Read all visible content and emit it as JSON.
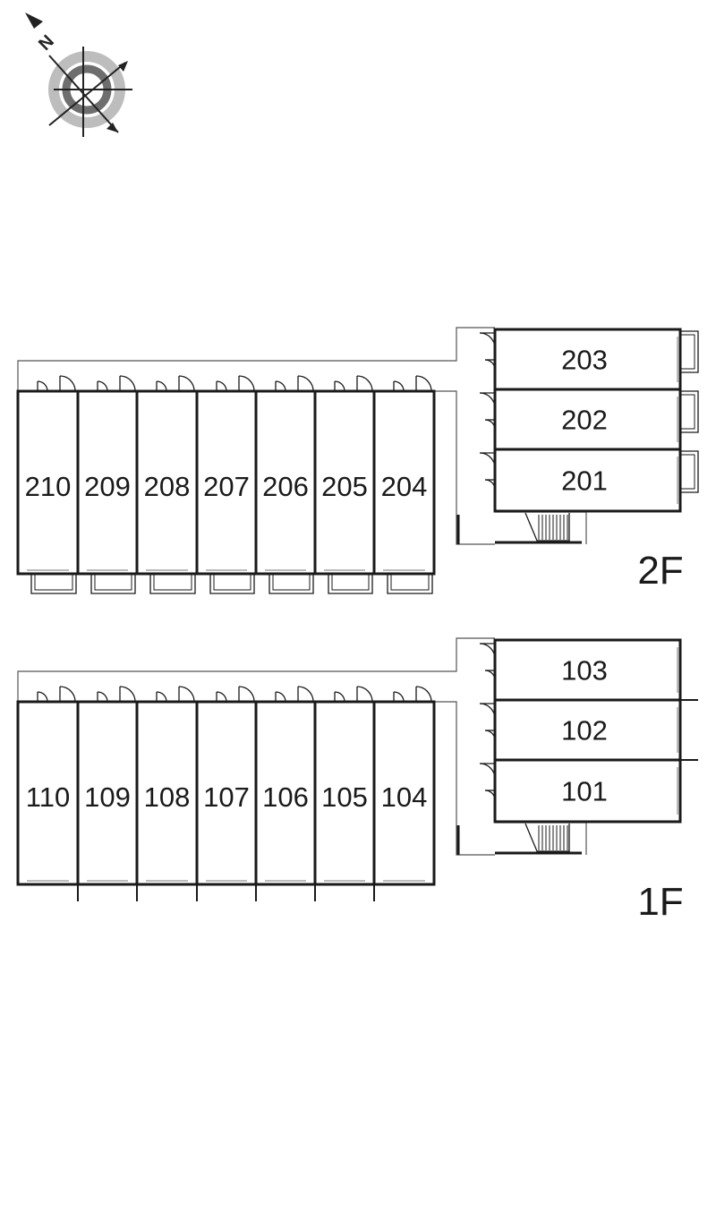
{
  "compass": {
    "icon": "compass-north-arrow-icon",
    "letter": "N"
  },
  "floors": [
    {
      "id": "2F",
      "label": "2F",
      "row_units": [
        "210",
        "209",
        "208",
        "207",
        "206",
        "205",
        "204"
      ],
      "side_units": [
        "203",
        "202",
        "201"
      ]
    },
    {
      "id": "1F",
      "label": "1F",
      "row_units": [
        "110",
        "109",
        "108",
        "107",
        "106",
        "105",
        "104"
      ],
      "side_units": [
        "103",
        "102",
        "101"
      ]
    }
  ]
}
